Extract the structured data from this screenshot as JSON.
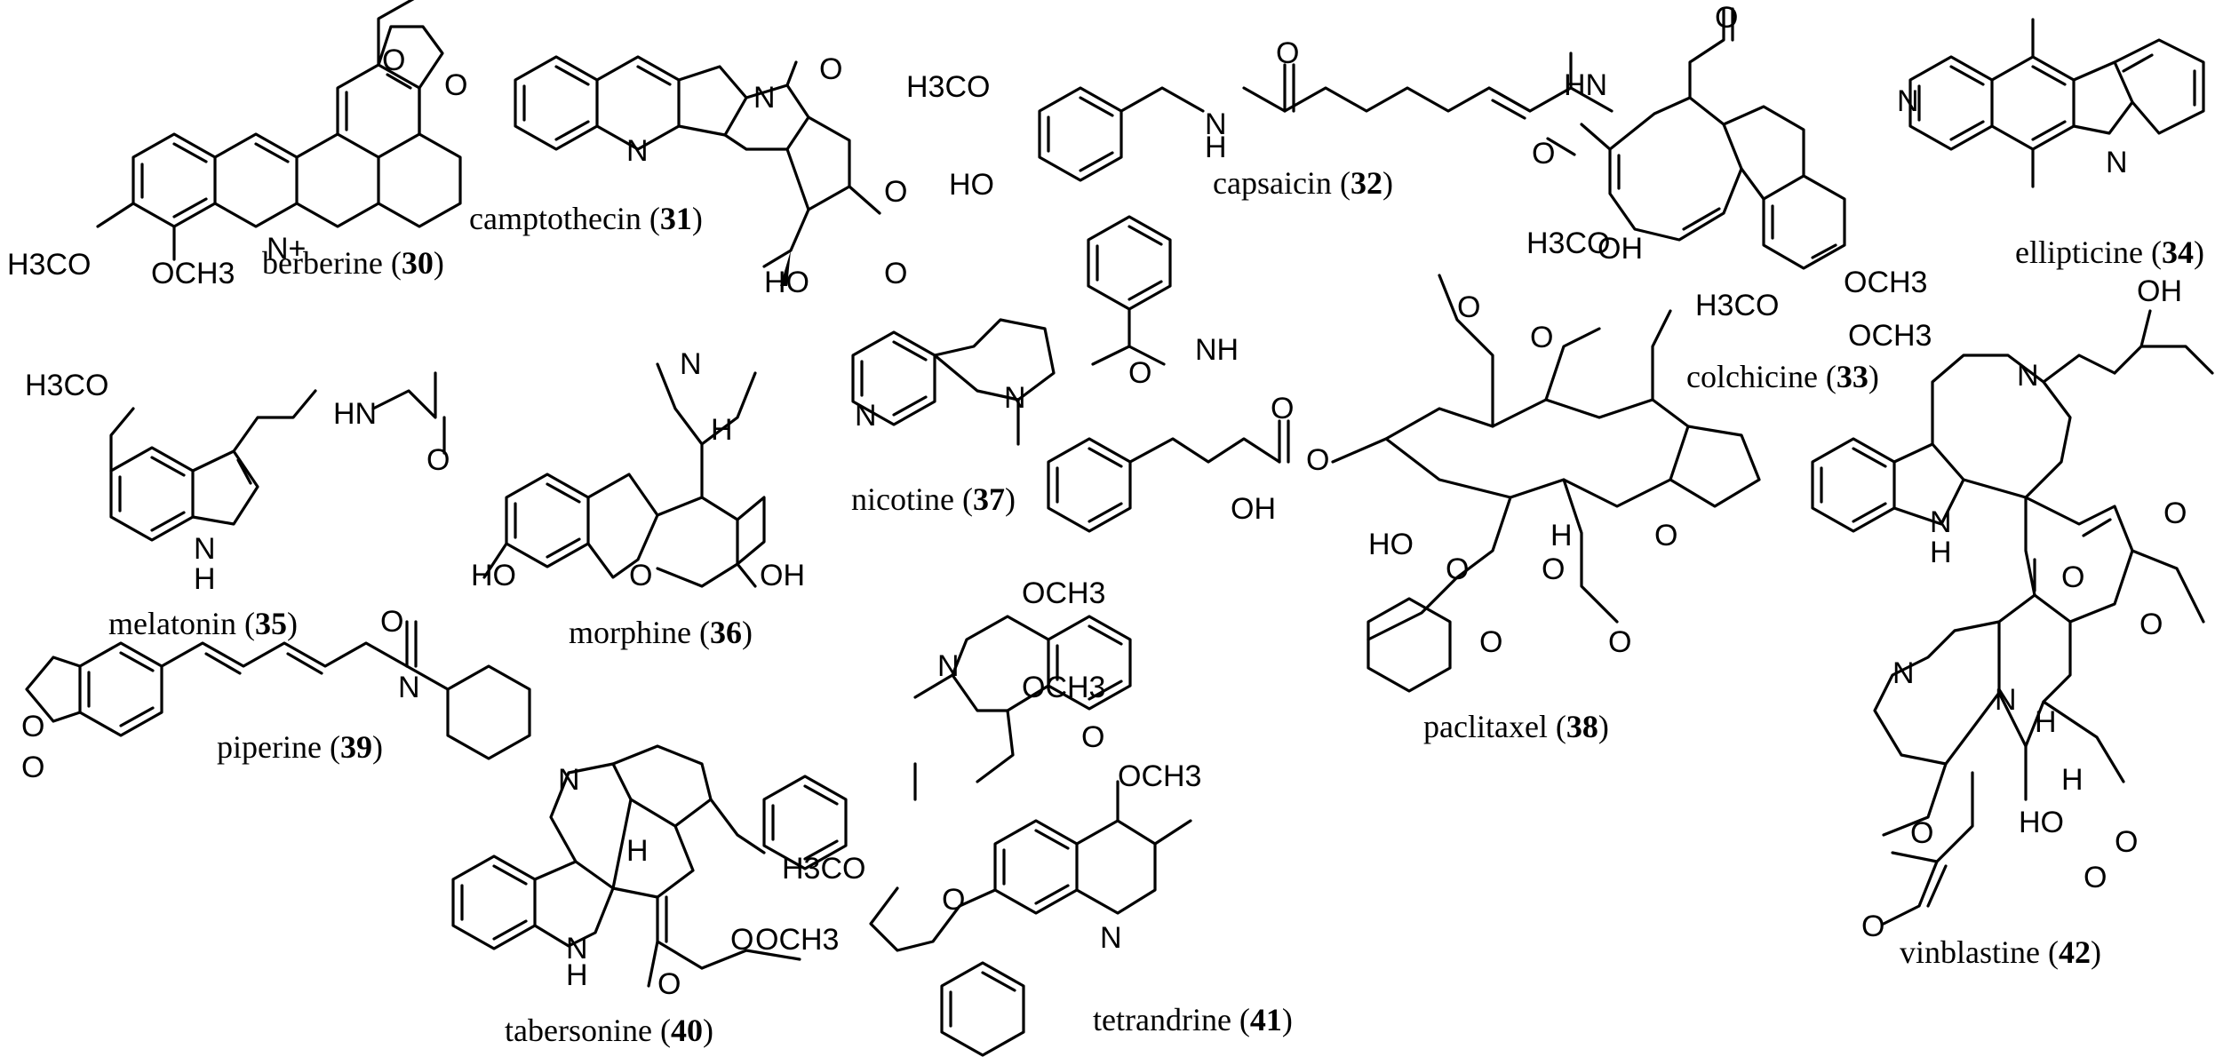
{
  "compounds": [
    {
      "name": "berberine",
      "number": "30"
    },
    {
      "name": "camptothecin",
      "number": "31"
    },
    {
      "name": "capsaicin",
      "number": "32"
    },
    {
      "name": "colchicine",
      "number": "33"
    },
    {
      "name": "ellipticine",
      "number": "34"
    },
    {
      "name": "melatonin",
      "number": "35"
    },
    {
      "name": "morphine",
      "number": "36"
    },
    {
      "name": "nicotine",
      "number": "37"
    },
    {
      "name": "paclitaxel",
      "number": "38"
    },
    {
      "name": "piperine",
      "number": "39"
    },
    {
      "name": "tabersonine",
      "number": "40"
    },
    {
      "name": "tetrandrine",
      "number": "41"
    },
    {
      "name": "vinblastine",
      "number": "42"
    }
  ],
  "atom_labels": {
    "h3co": "H3CO",
    "och3": "OCH3",
    "ho": "HO",
    "oh": "OH",
    "o": "O",
    "n": "N",
    "h": "H",
    "nh": "NH",
    "hn": "HN",
    "nplus": "N+"
  }
}
